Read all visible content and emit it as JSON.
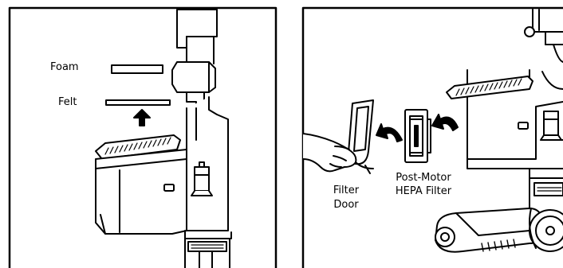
{
  "left_panel": {
    "labels": {
      "foam": "Foam",
      "felt": "Felt"
    }
  },
  "right_panel": {
    "labels": {
      "filter_door_line1": "Filter",
      "filter_door_line2": "Door",
      "post_motor_line1": "Post-Motor",
      "post_motor_line2": "HEPA Filter"
    }
  },
  "colors": {
    "line": "#000000",
    "background": "#ffffff"
  }
}
